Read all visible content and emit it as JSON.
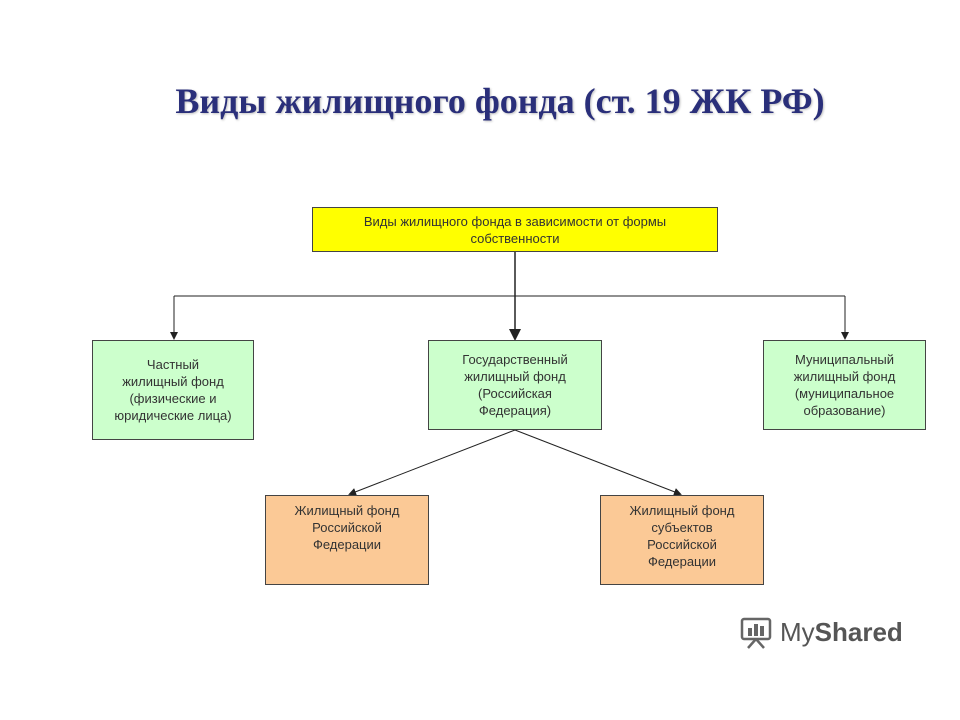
{
  "title": "Виды жилищного фонда (ст. 19 ЖК РФ)",
  "nodes": {
    "root": [
      "Виды жилищного фонда в зависимости от формы",
      "собственности"
    ],
    "private": [
      "Частный",
      "жилищный фонд",
      "(физические и",
      "юридические лица)"
    ],
    "state": [
      "Государственный",
      "жилищный фонд",
      "(Российская",
      "Федерация)"
    ],
    "municipal": [
      "Муниципальный",
      "жилищный фонд",
      "(муниципальное",
      "образование)"
    ],
    "rf": [
      "Жилищный фонд",
      "Российской",
      "Федерации"
    ],
    "subjects": [
      "Жилищный фонд",
      "субъектов",
      "Российской",
      "Федерации"
    ]
  },
  "logo": {
    "prefix": "My",
    "bold": "Shared"
  },
  "colors": {
    "title": "#2a2f7a",
    "root": "#ffff00",
    "green": "#ccffcc",
    "orange": "#fbc996"
  }
}
